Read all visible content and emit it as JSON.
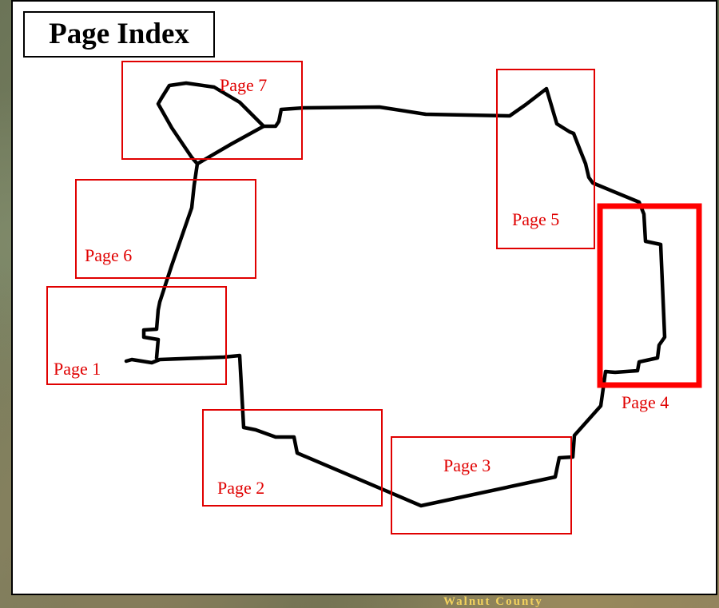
{
  "title": "Page Index",
  "background_footer_text": "Walnut County",
  "colors": {
    "route": "#000000",
    "page_box": "#e00000",
    "highlight_box": "#ff0000",
    "panel": "#ffffff"
  },
  "highlighted_page": "Page 4",
  "pages": [
    {
      "label": "Page 1"
    },
    {
      "label": "Page 2"
    },
    {
      "label": "Page 3"
    },
    {
      "label": "Page 4"
    },
    {
      "label": "Page 5"
    },
    {
      "label": "Page 6"
    },
    {
      "label": "Page 7"
    }
  ]
}
